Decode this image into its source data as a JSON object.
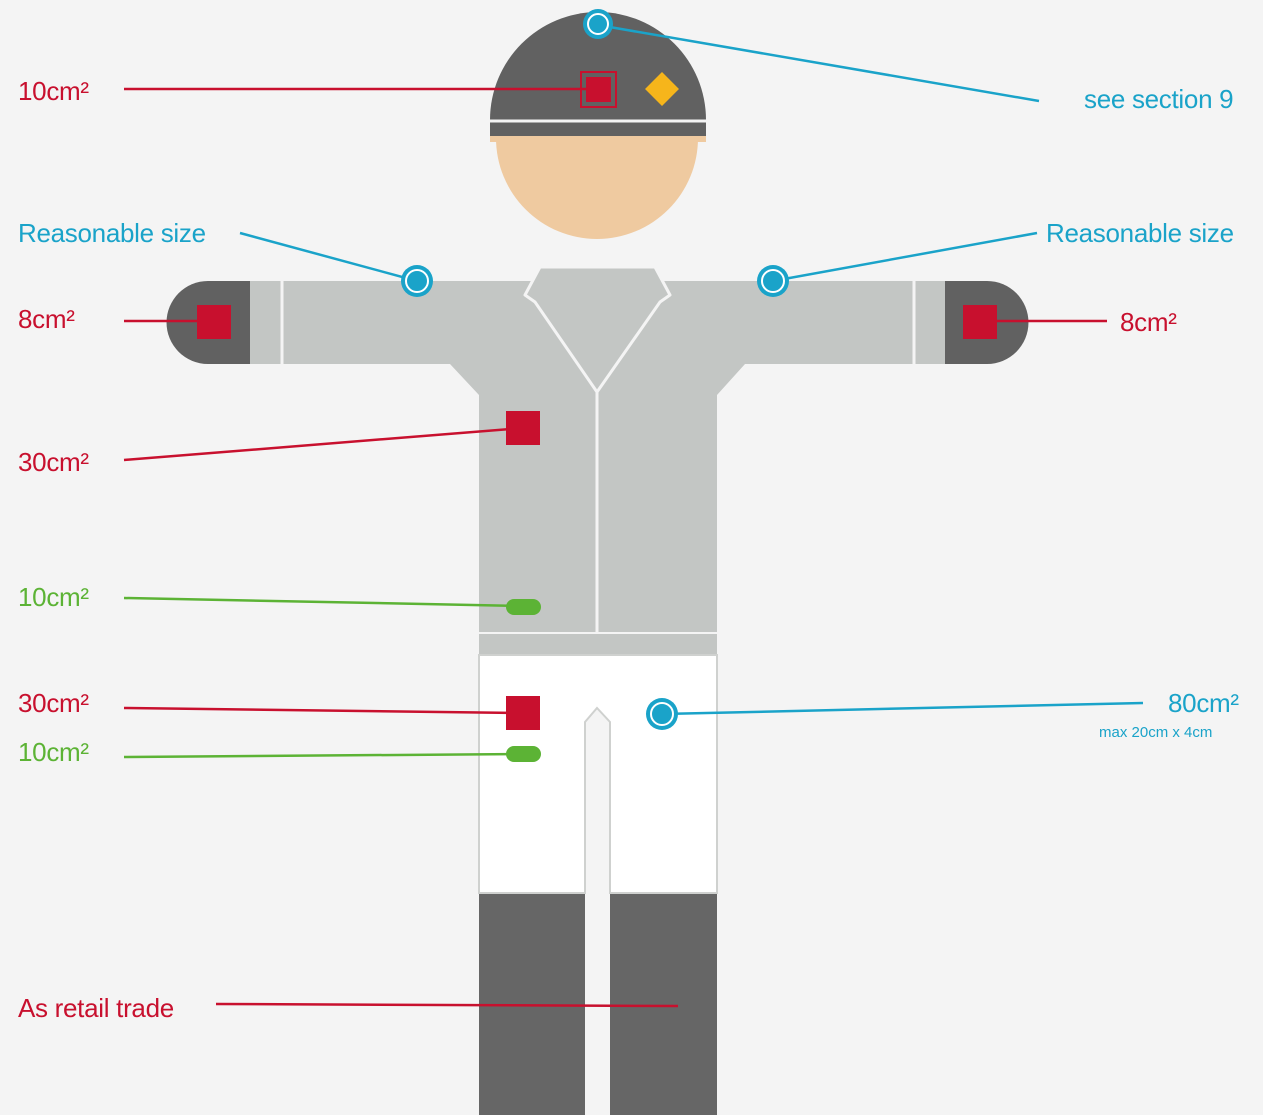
{
  "colors": {
    "background": "#f4f4f4",
    "cap": "#616161",
    "face": "#efcaa0",
    "jacket": "#c3c6c4",
    "breeches": "#ffffff",
    "boots": "#666666",
    "logo_red": "#c8102e",
    "logo_green": "#5cb335",
    "marker_blue": "#1aa3c9",
    "diamond_yellow": "#f6b51b"
  },
  "labels": {
    "cap": "10cm²",
    "cap_top": "see section 9",
    "shoulder_left": "Reasonable size",
    "shoulder_right": "Reasonable size",
    "cuff_left": "8cm²",
    "cuff_right": "8cm²",
    "chest": "30cm²",
    "waist_green": "10cm²",
    "thigh": "30cm²",
    "thigh_green": "10cm²",
    "breeches_back": "80cm²",
    "breeches_back_note": "max 20cm x 4cm",
    "boots": "As retail trade"
  }
}
